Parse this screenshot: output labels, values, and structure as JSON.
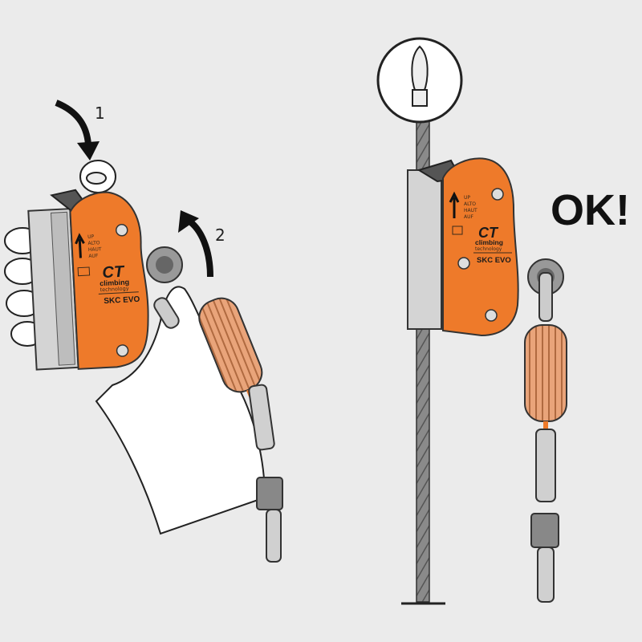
{
  "steps": {
    "step1": "1",
    "step2": "2"
  },
  "result_label": "OK!",
  "device": {
    "direction_labels": [
      "UP",
      "ALTO",
      "HAUT",
      "AUF"
    ],
    "logo": "CT",
    "brand_line1": "climbing",
    "brand_line2": "technology",
    "model": "SKC EVO"
  },
  "colors": {
    "device_orange": "#ee7a2a",
    "background": "#ebebeb",
    "plate_grey": "#cfcfcf",
    "cable_grey": "#777777"
  }
}
